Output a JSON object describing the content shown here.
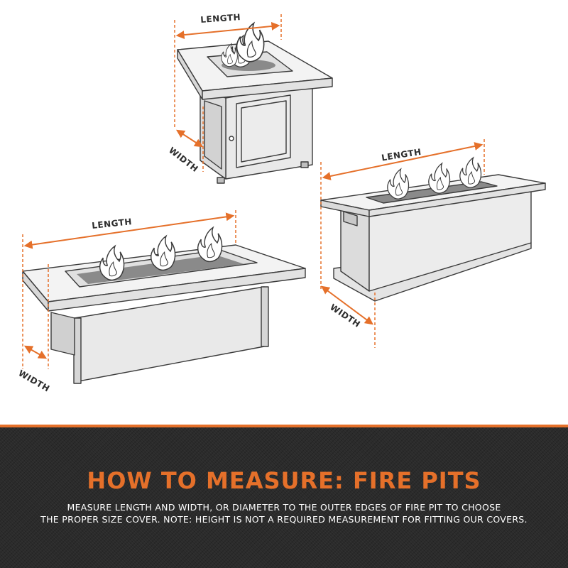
{
  "colors": {
    "accent": "#e5702a",
    "panel_bg": "#2b2b2b",
    "text_light": "#ffffff",
    "stroke": "#3a3a3a",
    "fill_light": "#e9e9e9"
  },
  "labels": {
    "length": "LENGTH",
    "width": "WIDTH"
  },
  "panel": {
    "headline": "HOW TO MEASURE: FIRE PITS",
    "body_line_1": "MEASURE LENGTH AND WIDTH, OR DIAMETER TO THE OUTER EDGES OF FIRE PIT TO CHOOSE",
    "body_line_2": "THE PROPER SIZE COVER. NOTE: HEIGHT IS NOT A REQUIRED MEASUREMENT FOR FITTING OUR COVERS."
  }
}
